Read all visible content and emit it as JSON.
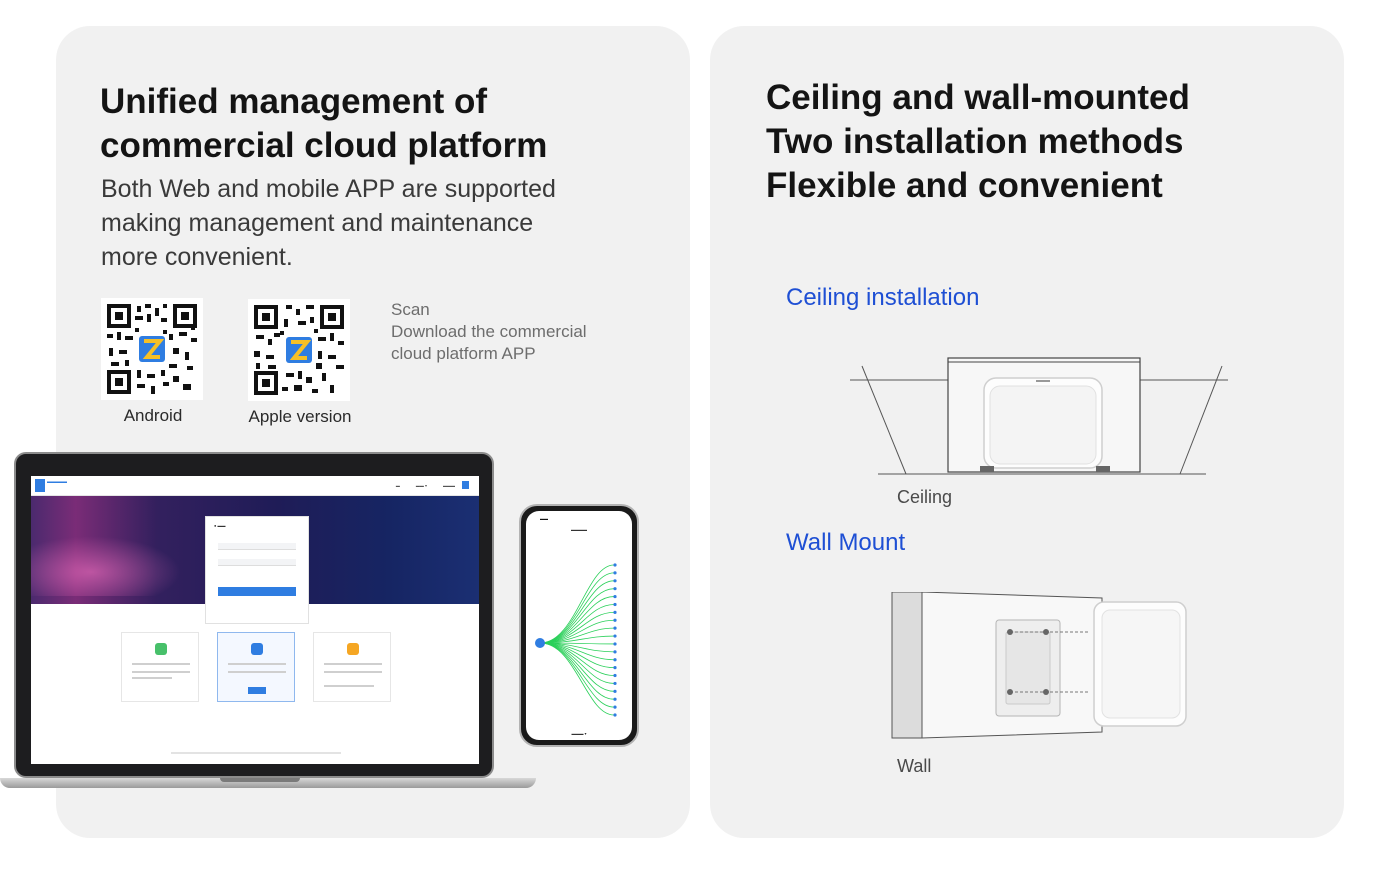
{
  "left_panel": {
    "title_lines": [
      "Unified management of",
      "commercial cloud platform"
    ],
    "subtitle_lines": [
      "Both Web and mobile APP are supported",
      "making management and maintenance",
      "more convenient."
    ],
    "qr_codes": [
      {
        "label": "Android"
      },
      {
        "label": "Apple version"
      }
    ],
    "scan_lines": [
      "Scan",
      "Download the commercial",
      "cloud platform APP"
    ]
  },
  "right_panel": {
    "title_lines": [
      "Ceiling and wall-mounted",
      "Two installation methods",
      "Flexible and convenient"
    ],
    "ceiling": {
      "heading": "Ceiling installation",
      "caption": "Ceiling"
    },
    "wall": {
      "heading": "Wall Mount",
      "caption": "Wall"
    }
  },
  "colors": {
    "panel_bg": "#f1f1f1",
    "heading_blue": "#1e4fd4",
    "brand_blue": "#2f7de1",
    "topology_green": "#2bd05a"
  }
}
